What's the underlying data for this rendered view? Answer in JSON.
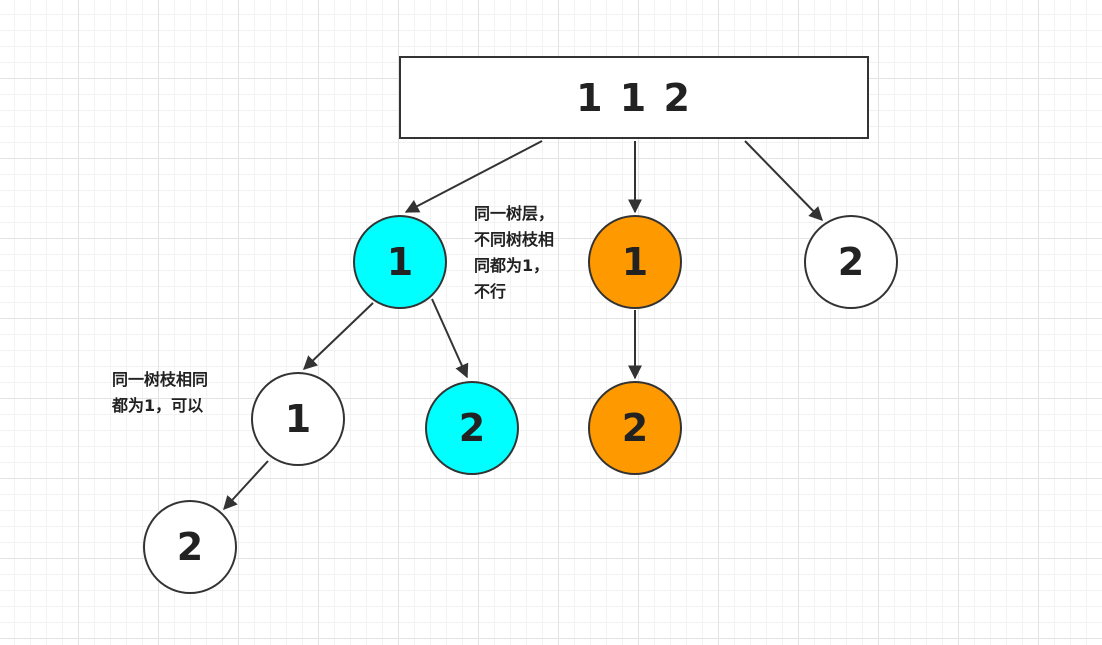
{
  "colors": {
    "cyan": "#00ffff",
    "orange": "#ff9900",
    "white": "#ffffff",
    "stroke": "#333333"
  },
  "root": {
    "label": "1 1 2"
  },
  "nodes": [
    {
      "id": "n1",
      "label": "1",
      "fill": "cyan"
    },
    {
      "id": "n2",
      "label": "1",
      "fill": "orange"
    },
    {
      "id": "n3",
      "label": "2",
      "fill": "white"
    },
    {
      "id": "n4",
      "label": "1",
      "fill": "white"
    },
    {
      "id": "n5",
      "label": "2",
      "fill": "cyan"
    },
    {
      "id": "n6",
      "label": "2",
      "fill": "orange"
    },
    {
      "id": "n7",
      "label": "2",
      "fill": "white"
    }
  ],
  "notes": {
    "same_level": [
      "同一树层，",
      "不同树枝相",
      "同都为1，",
      "不行"
    ],
    "same_branch": [
      "同一树枝相同",
      "都为1，可以"
    ]
  }
}
